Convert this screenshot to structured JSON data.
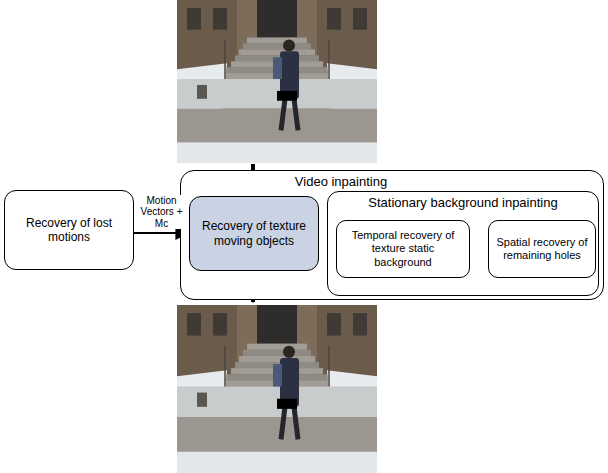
{
  "diagram": {
    "nodes": [
      {
        "text": [
          "Recovery of lost motions"
        ]
      },
      {
        "text": [
          "Video inpainting"
        ]
      },
      {
        "text": [
          "Recovery of texture moving objects"
        ],
        "in": 1
      },
      {
        "text": [
          "Stationary background inpainting"
        ],
        "in": 1
      },
      {
        "text": [
          "Temporal recovery of texture static background"
        ],
        "in": 3
      },
      {
        "text": [
          "Spatial recovery of remaining holes"
        ],
        "in": 3
      }
    ],
    "edges": [
      {
        "from": 0,
        "to": 2,
        "arrow": "to",
        "label": "Motion Vectors + Mc"
      },
      {
        "from": 2,
        "to": 3,
        "arrow": "to"
      },
      {
        "from": 4,
        "to": 5,
        "arrow": "to"
      }
    ]
  }
}
